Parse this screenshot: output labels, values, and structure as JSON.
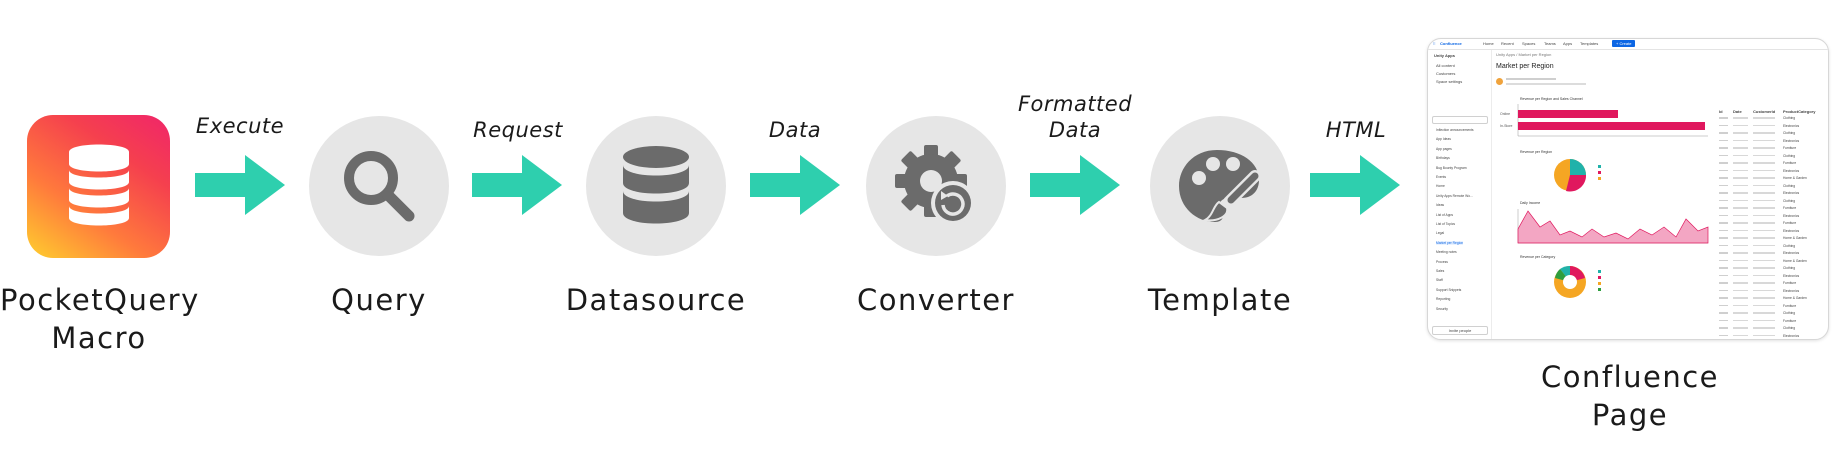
{
  "stages": [
    {
      "label": "PocketQuery\nMacro",
      "icon": "database-stack-icon"
    },
    {
      "label": "Query",
      "icon": "search-icon"
    },
    {
      "label": "Datasource",
      "icon": "database-icon"
    },
    {
      "label": "Converter",
      "icon": "gear-refresh-icon"
    },
    {
      "label": "Template",
      "icon": "palette-brush-icon"
    },
    {
      "label": "Confluence\nPage",
      "icon": "confluence-page-preview"
    }
  ],
  "edges": [
    {
      "label": "Execute"
    },
    {
      "label": "Request"
    },
    {
      "label": "Data"
    },
    {
      "label": "Formatted\nData"
    },
    {
      "label": "HTML"
    }
  ],
  "colors": {
    "arrow": "#2ecfae",
    "circle": "#e6e6e6",
    "icon": "#6b6b6b",
    "macro_gradient": [
      "#ffcf2e",
      "#f5404e",
      "#f0256a"
    ],
    "confluence_blue": "#0c66e4",
    "chart_pink": "#e0185e"
  },
  "confluence_preview": {
    "app": "Confluence",
    "nav": [
      "Home",
      "Recent",
      "Spaces",
      "Teams",
      "Apps",
      "Templates"
    ],
    "create_label": "+ Create",
    "breadcrumb": "Unity Apps  /  Market per Region",
    "title": "Market per Region",
    "sidebar_space": "Unity Apps",
    "sidebar_items": [
      "All content",
      "Customers",
      "Space settings"
    ],
    "tree_items": [
      "Inflection announcements",
      "App Ideas",
      "App pages",
      "Birthdays",
      "Bug Bounty Program",
      "Events",
      "Home",
      "Unity Apps Remote Wo...",
      "Ideas",
      "List of Apps",
      "List of Topics",
      "Legal",
      "Market per Region",
      "Meeting notes",
      "Process",
      "Sales",
      "Staff",
      "Support Snippets",
      "Reporting",
      "Security"
    ],
    "chart_titles": [
      "Revenue per Region and Sales Channel",
      "Revenue per Region",
      "Daily Income",
      "Revenue per Category"
    ],
    "bar_categories": [
      "Online",
      "In-Store"
    ],
    "table_headers": [
      "Id",
      "Date",
      "CustomerId",
      "ProductCategory"
    ],
    "table_categories": [
      "Clothing",
      "Electronics",
      "Clothing",
      "Electronics",
      "Furniture",
      "Clothing",
      "Furniture",
      "Electronics",
      "Home & Garden",
      "Clothing",
      "Electronics",
      "Clothing",
      "Furniture",
      "Electronics",
      "Furniture",
      "Electronics",
      "Home & Garden",
      "Clothing",
      "Electronics",
      "Home & Garden",
      "Clothing",
      "Electronics",
      "Furniture",
      "Electronics",
      "Home & Garden",
      "Furniture",
      "Clothing",
      "Furniture",
      "Clothing",
      "Electronics"
    ],
    "invite_label": "Invite people"
  }
}
